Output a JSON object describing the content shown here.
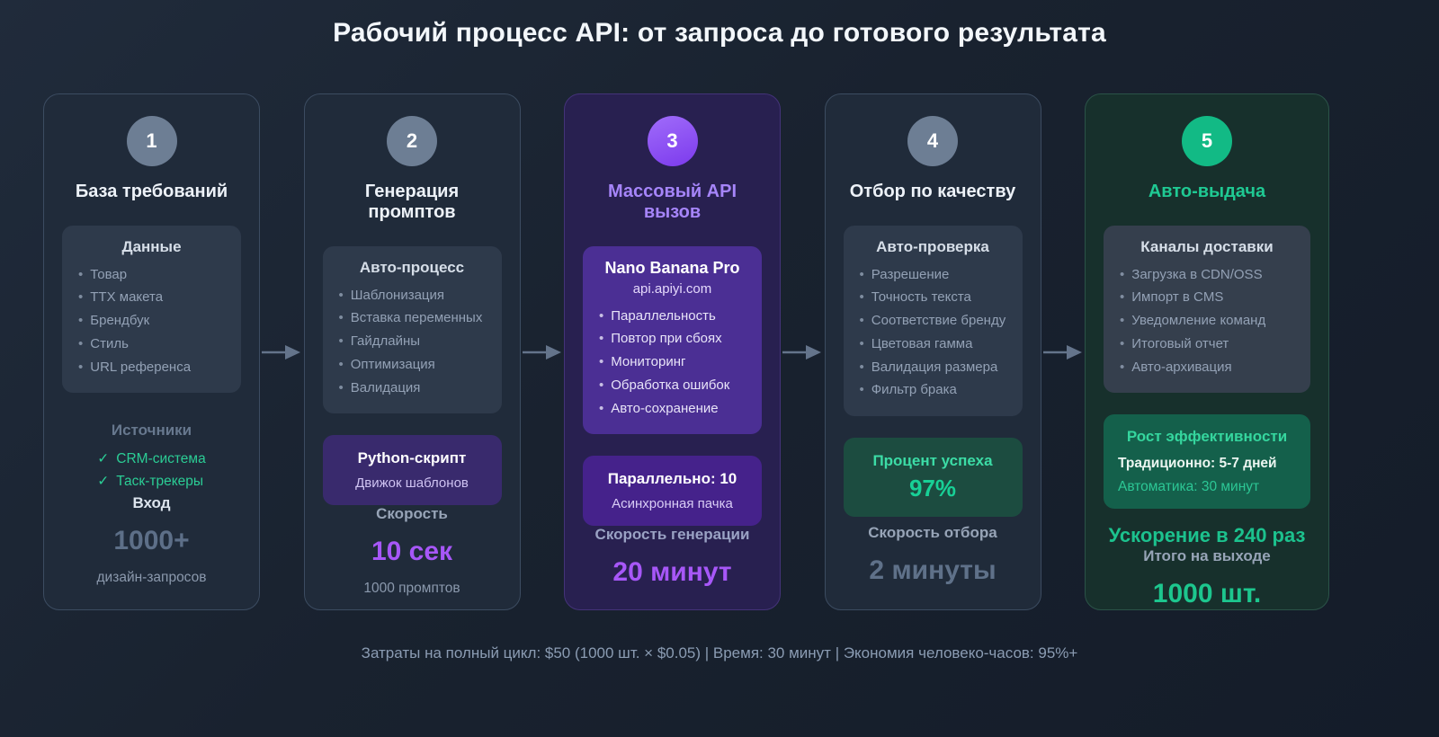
{
  "title": "Рабочий процесс API: от запроса до готового результата",
  "footer": "Затраты на полный цикл: $50 (1000 шт. × $0.05) | Время: 30 минут | Экономия человеко-часов: 95%+",
  "colors": {
    "background": "#19222f",
    "card_default": "#202b3a",
    "card_purple": "#282050",
    "card_green": "#17302c",
    "accent_purple": "#a855f7",
    "accent_green": "#10b981",
    "accent_slate": "#6d7e94"
  },
  "steps": [
    {
      "number": "1",
      "title": "База требований",
      "box": {
        "title": "Данные",
        "items": [
          "Товар",
          "ТТХ макета",
          "Брендбук",
          "Стиль",
          "URL референса"
        ]
      },
      "sources": {
        "label": "Источники",
        "items": [
          "CRM-система",
          "Таск-трекеры"
        ]
      },
      "metric": {
        "label": "Вход",
        "value": "1000+",
        "sub": "дизайн-запросов"
      }
    },
    {
      "number": "2",
      "title": "Генерация промптов",
      "box": {
        "title": "Авто-процесс",
        "items": [
          "Шаблонизация",
          "Вставка переменных",
          "Гайдлайны",
          "Оптимизация",
          "Валидация"
        ]
      },
      "highlight": {
        "title": "Python-скрипт",
        "sub": "Движок шаблонов"
      },
      "metric": {
        "label": "Скорость",
        "value": "10 сек",
        "sub": "1000 промптов"
      }
    },
    {
      "number": "3",
      "title": "Массовый API вызов",
      "box": {
        "title": "Nano Banana Pro",
        "subtitle": "api.apiyi.com",
        "items": [
          "Параллельность",
          "Повтор при сбоях",
          "Мониторинг",
          "Обработка ошибок",
          "Авто-сохранение"
        ]
      },
      "highlight": {
        "title": "Параллельно: 10",
        "sub": "Асинхронная пачка"
      },
      "metric": {
        "label": "Скорость генерации",
        "value": "20 минут"
      }
    },
    {
      "number": "4",
      "title": "Отбор по качеству",
      "box": {
        "title": "Авто-проверка",
        "items": [
          "Разрешение",
          "Точность текста",
          "Соответствие бренду",
          "Цветовая гамма",
          "Валидация размера",
          "Фильтр брака"
        ]
      },
      "highlight": {
        "title": "Процент успеха",
        "big": "97%"
      },
      "metric": {
        "label": "Скорость отбора",
        "value": "2 минуты"
      }
    },
    {
      "number": "5",
      "title": "Авто-выдача",
      "box": {
        "title": "Каналы доставки",
        "items": [
          "Загрузка в CDN/OSS",
          "Импорт в CMS",
          "Уведомление команд",
          "Итоговый отчет",
          "Авто-архивация"
        ]
      },
      "highlight": {
        "title": "Рост эффективности",
        "line1": "Традиционно: 5-7 дней",
        "line2": "Автоматика: 30 минут"
      },
      "accel": "Ускорение в 240 раз",
      "metric": {
        "label": "Итого на выходе",
        "value": "1000 шт."
      }
    }
  ]
}
